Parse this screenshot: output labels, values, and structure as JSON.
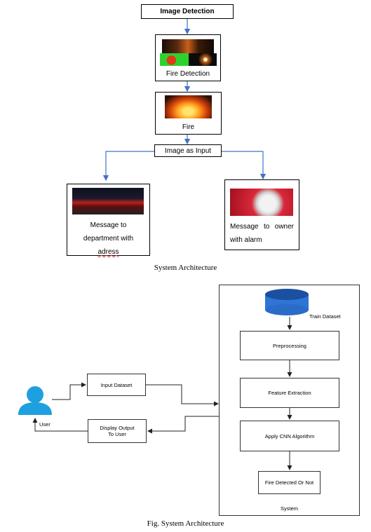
{
  "top_diagram": {
    "image_detection": "Image Detection",
    "fire_detection": "Fire Detection",
    "fire": "Fire",
    "image_as_input": "Image as Input",
    "msg_department": [
      "Message to",
      "department with",
      "adress"
    ],
    "msg_owner": [
      "Message to owner",
      "with alarm"
    ],
    "caption": "System Architecture"
  },
  "bottom_diagram": {
    "train_dataset": "Train Dataset",
    "preprocessing": "Preprocessing",
    "feature_extraction": "Feature Extraction",
    "apply_cnn": "Apply CNN Algorithm",
    "fire_detected": "Fire Detected Or Not",
    "system": "System",
    "input_dataset": "Input Dataset",
    "display_output": [
      "Display Output",
      "To User"
    ],
    "user": "User",
    "caption": "Fig. System Architecture"
  },
  "colors": {
    "arrow_blue": "#4472c4",
    "user_blue": "#1e9fe0",
    "db_blue": "#2e75d6"
  }
}
